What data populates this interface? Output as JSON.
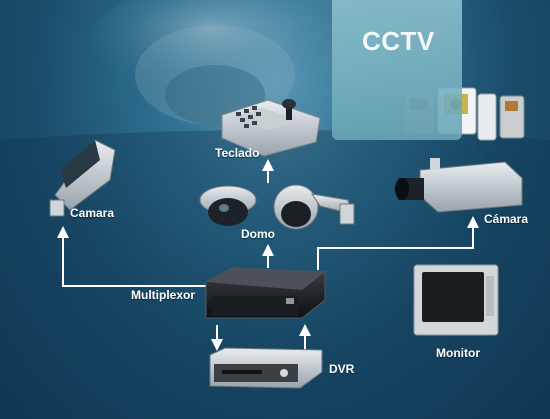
{
  "title": "CCTV",
  "labels": {
    "teclado": "Teclado",
    "camara_left": "Camara",
    "domo": "Domo",
    "camara_right": "Cámara",
    "multiplexor": "Multiplexor",
    "monitor": "Monitor",
    "dvr": "DVR"
  },
  "colors": {
    "background_dark": "#123a55",
    "background_light": "#5a98b4",
    "panel": "#7fb6c4",
    "connector": "#ffffff"
  }
}
